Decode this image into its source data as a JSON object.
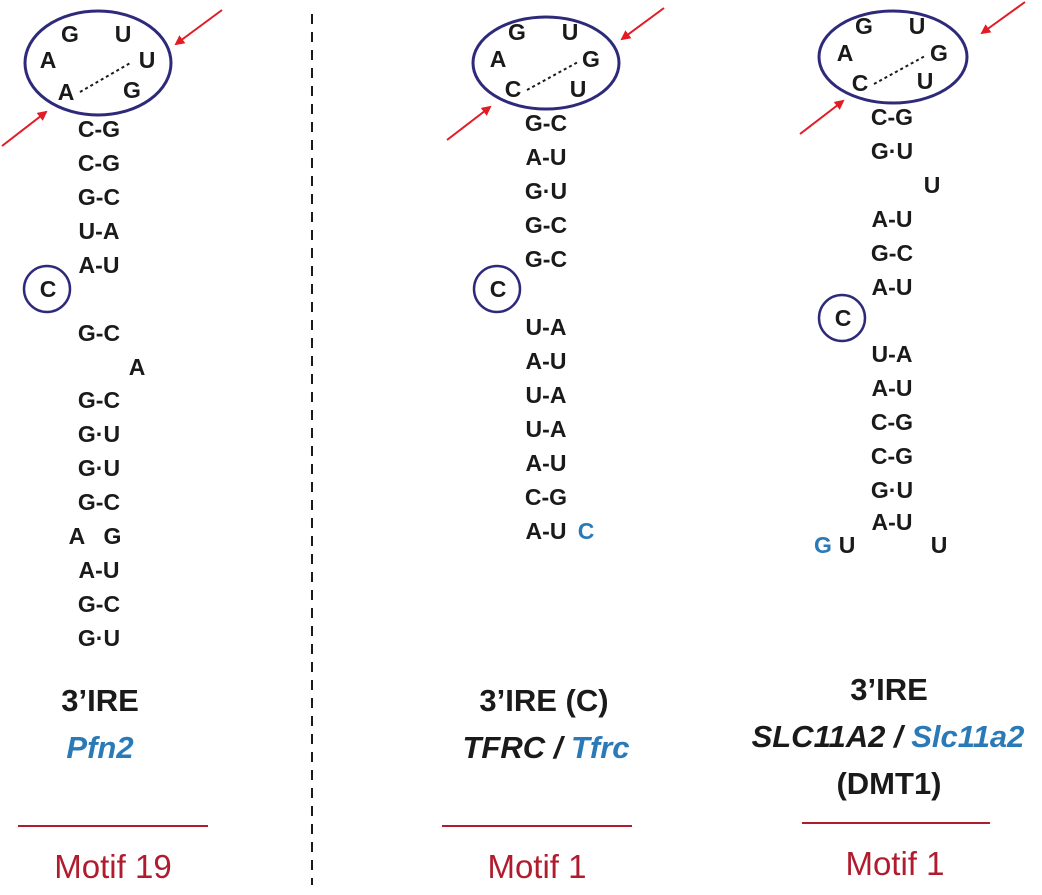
{
  "colors": {
    "loop_outline": "#2e2a7a",
    "arrow": "#e21b25",
    "motif_text": "#b01c2e",
    "highlight": "#2a7ab8",
    "text": "#1a1a1a"
  },
  "panels": [
    {
      "id": "pfn2",
      "loop": {
        "top": [
          "G",
          "U"
        ],
        "left": [
          "A",
          "A"
        ],
        "right": [
          "U",
          "G"
        ]
      },
      "stem_rows": [
        {
          "t": "C-G"
        },
        {
          "t": "C-G"
        },
        {
          "t": "G-C"
        },
        {
          "t": "U-A"
        },
        {
          "t": "A-U"
        },
        {
          "t": "C",
          "bulge": true
        },
        {
          "t": "G-C"
        },
        {
          "t": "A",
          "right_single": true
        },
        {
          "t": "G-C"
        },
        {
          "t": "G·U"
        },
        {
          "t": "G·U"
        },
        {
          "t": "G-C"
        },
        {
          "t": "A   G",
          "interior": true
        },
        {
          "t": "A-U"
        },
        {
          "t": "G-C"
        },
        {
          "t": "G·U"
        }
      ],
      "caption_line1": "3’IRE",
      "caption_gene_human": "",
      "caption_separator": "",
      "caption_gene_mouse": "Pfn2",
      "caption_line3": "",
      "motif": "Motif 19"
    },
    {
      "id": "tfrc",
      "loop": {
        "top": [
          "G",
          "U"
        ],
        "left": [
          "A",
          "C"
        ],
        "right": [
          "G",
          "U"
        ]
      },
      "stem_rows": [
        {
          "t": "G-C"
        },
        {
          "t": "A-U"
        },
        {
          "t": "G·U"
        },
        {
          "t": "G-C"
        },
        {
          "t": "G-C"
        },
        {
          "t": "C",
          "bulge": true
        },
        {
          "t": "U-A"
        },
        {
          "t": "A-U"
        },
        {
          "t": "U-A"
        },
        {
          "t": "U-A"
        },
        {
          "t": "A-U"
        },
        {
          "t": "C-G"
        },
        {
          "t": "A-U"
        }
      ],
      "extra_blue": "C",
      "caption_line1": "3’IRE (C)",
      "caption_gene_human": "TFRC",
      "caption_separator": " / ",
      "caption_gene_mouse": "Tfrc",
      "caption_line3": "",
      "motif": "Motif 1"
    },
    {
      "id": "slc11a2",
      "loop": {
        "top": [
          "G",
          "U"
        ],
        "left": [
          "A",
          "C"
        ],
        "right": [
          "G",
          "U"
        ]
      },
      "stem_rows": [
        {
          "t": "C-G"
        },
        {
          "t": "G·U"
        },
        {
          "t": "U",
          "right_single": true
        },
        {
          "t": "A-U"
        },
        {
          "t": "G-C"
        },
        {
          "t": "A-U"
        },
        {
          "t": "C",
          "bulge": true
        },
        {
          "t": "U-A"
        },
        {
          "t": "A-U"
        },
        {
          "t": "C-G"
        },
        {
          "t": "C-G"
        },
        {
          "t": "G·U"
        },
        {
          "t": "A-U"
        }
      ],
      "tail": {
        "blue": "G",
        "left": "U",
        "right": "U"
      },
      "caption_line1": "3’IRE",
      "caption_gene_human": "SLC11A2",
      "caption_separator": " / ",
      "caption_gene_mouse": "Slc11a2",
      "caption_line3": "(DMT1)",
      "motif": "Motif 1"
    }
  ]
}
